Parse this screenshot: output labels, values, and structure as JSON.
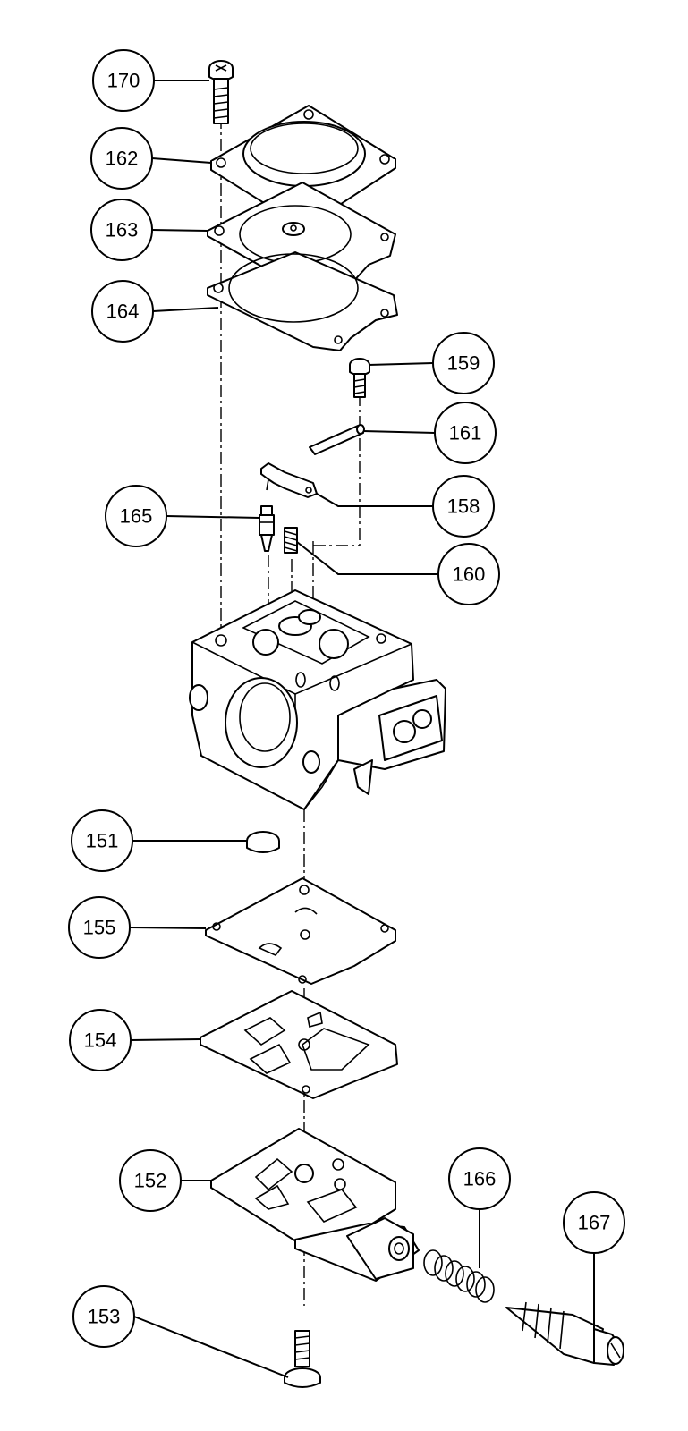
{
  "diagram": {
    "line_color": "#000000",
    "background": "#ffffff",
    "callouts": [
      {
        "id": "c170",
        "label": "170"
      },
      {
        "id": "c162",
        "label": "162"
      },
      {
        "id": "c163",
        "label": "163"
      },
      {
        "id": "c164",
        "label": "164"
      },
      {
        "id": "c159",
        "label": "159"
      },
      {
        "id": "c161",
        "label": "161"
      },
      {
        "id": "c158",
        "label": "158"
      },
      {
        "id": "c165",
        "label": "165"
      },
      {
        "id": "c160",
        "label": "160"
      },
      {
        "id": "c151",
        "label": "151"
      },
      {
        "id": "c155",
        "label": "155"
      },
      {
        "id": "c154",
        "label": "154"
      },
      {
        "id": "c152",
        "label": "152"
      },
      {
        "id": "c166",
        "label": "166"
      },
      {
        "id": "c167",
        "label": "167"
      },
      {
        "id": "c153",
        "label": "153"
      }
    ]
  }
}
